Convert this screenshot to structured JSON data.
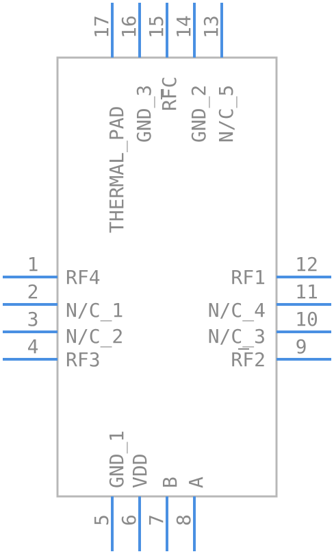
{
  "component": {
    "pins_left": [
      {
        "number": "1",
        "name": "RF4"
      },
      {
        "number": "2",
        "name": "N/C_1"
      },
      {
        "number": "3",
        "name": "N/C_2"
      },
      {
        "number": "4",
        "name": "RF3"
      }
    ],
    "pins_right": [
      {
        "number": "12",
        "name": "RF1"
      },
      {
        "number": "11",
        "name": "N/C_4"
      },
      {
        "number": "10",
        "name": "N/C_3"
      },
      {
        "number": "9",
        "name": "RF2"
      }
    ],
    "pins_top": [
      {
        "number": "17",
        "name": "THERMAL_PAD"
      },
      {
        "number": "16",
        "name": "GND_3"
      },
      {
        "number": "15",
        "name": "RFC"
      },
      {
        "number": "14",
        "name": "GND_2"
      },
      {
        "number": "13",
        "name": "N/C_5"
      }
    ],
    "pins_bottom": [
      {
        "number": "5",
        "name": "GND_1"
      },
      {
        "number": "6",
        "name": "VDD"
      },
      {
        "number": "7",
        "name": "B"
      },
      {
        "number": "8",
        "name": "A"
      }
    ],
    "colors": {
      "pin": "#4a90e2",
      "body": "#b8b8b8",
      "text": "#8a8a8a"
    }
  }
}
